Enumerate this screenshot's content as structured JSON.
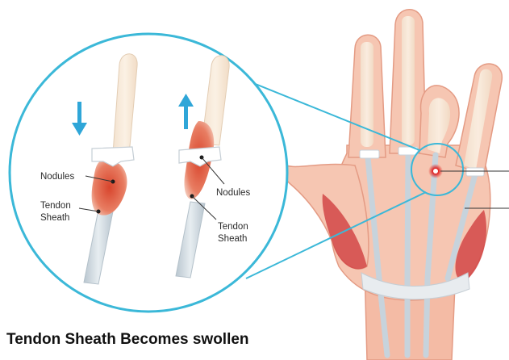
{
  "caption": "Tendon Sheath Becomes swollen",
  "labels": {
    "left_nodules": "Nodules",
    "left_tendon_l1": "Tendon",
    "left_tendon_l2": "Sheath",
    "right_nodules": "Nodules",
    "right_tendon_l1": "Tendon",
    "right_tendon_l2": "Sheath"
  },
  "colors": {
    "circle_outline": "#3bb8d8",
    "skin": "#f6c6b2",
    "skin_dark": "#e9a48e",
    "tendon": "#cfd8df",
    "muscle": "#d24747",
    "arrow": "#2fa6d8",
    "nodule": "#d9563e",
    "highlight": "#e01b1b"
  },
  "icons": {
    "down_arrow": "arrow-down-icon",
    "up_arrow": "arrow-up-icon"
  }
}
